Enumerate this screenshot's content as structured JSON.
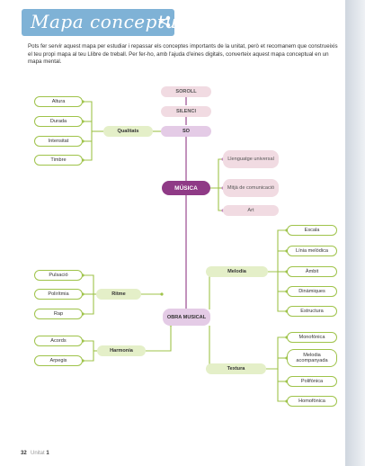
{
  "header": {
    "title": "Mapa conceptual",
    "icon": "share-icon",
    "color": "#7fb2d6"
  },
  "intro": "Pots fer servir aquest mapa per estudiar i repassar els conceptes importants de la unitat, però et recomanem que construeixis el teu propi mapa al teu Llibre de treball. Per fer-ho, amb l'ajuda d'eines digitals, converteix aquest mapa conceptual en un mapa mental.",
  "map": {
    "soroll": "SOROLL",
    "silenci": "SILENCI",
    "so": "SO",
    "qualitats": "Qualitats",
    "qualitats_items": [
      "Altura",
      "Durada",
      "Intensitat",
      "Timbre"
    ],
    "musica": "MÚSICA",
    "musica_items": [
      "Llenguatge universal",
      "Mitjà de comunicació",
      "Art"
    ],
    "obra": "OBRA MUSICAL",
    "ritme": "Ritme",
    "ritme_items": [
      "Pulsació",
      "Polirítmia",
      "Rap"
    ],
    "harmonia": "Harmonia",
    "harmonia_items": [
      "Acords",
      "Arpegis"
    ],
    "melodia": "Melodia",
    "melodia_items": [
      "Escala",
      "Línia melòdica",
      "Àmbit",
      "Dinàmiques",
      "Estructura"
    ],
    "textura": "Textura",
    "textura_items": [
      "Monofònica",
      "Melodia acompanyada",
      "Polifònica",
      "Homofònica"
    ]
  },
  "colors": {
    "green": "#9fc34a",
    "purple": "#8f3a86",
    "pink": "#f1dbe2",
    "mauve": "#e4cbe6"
  },
  "footer": {
    "page": "32",
    "unit_label": "Unitat",
    "unit_number": "1"
  }
}
